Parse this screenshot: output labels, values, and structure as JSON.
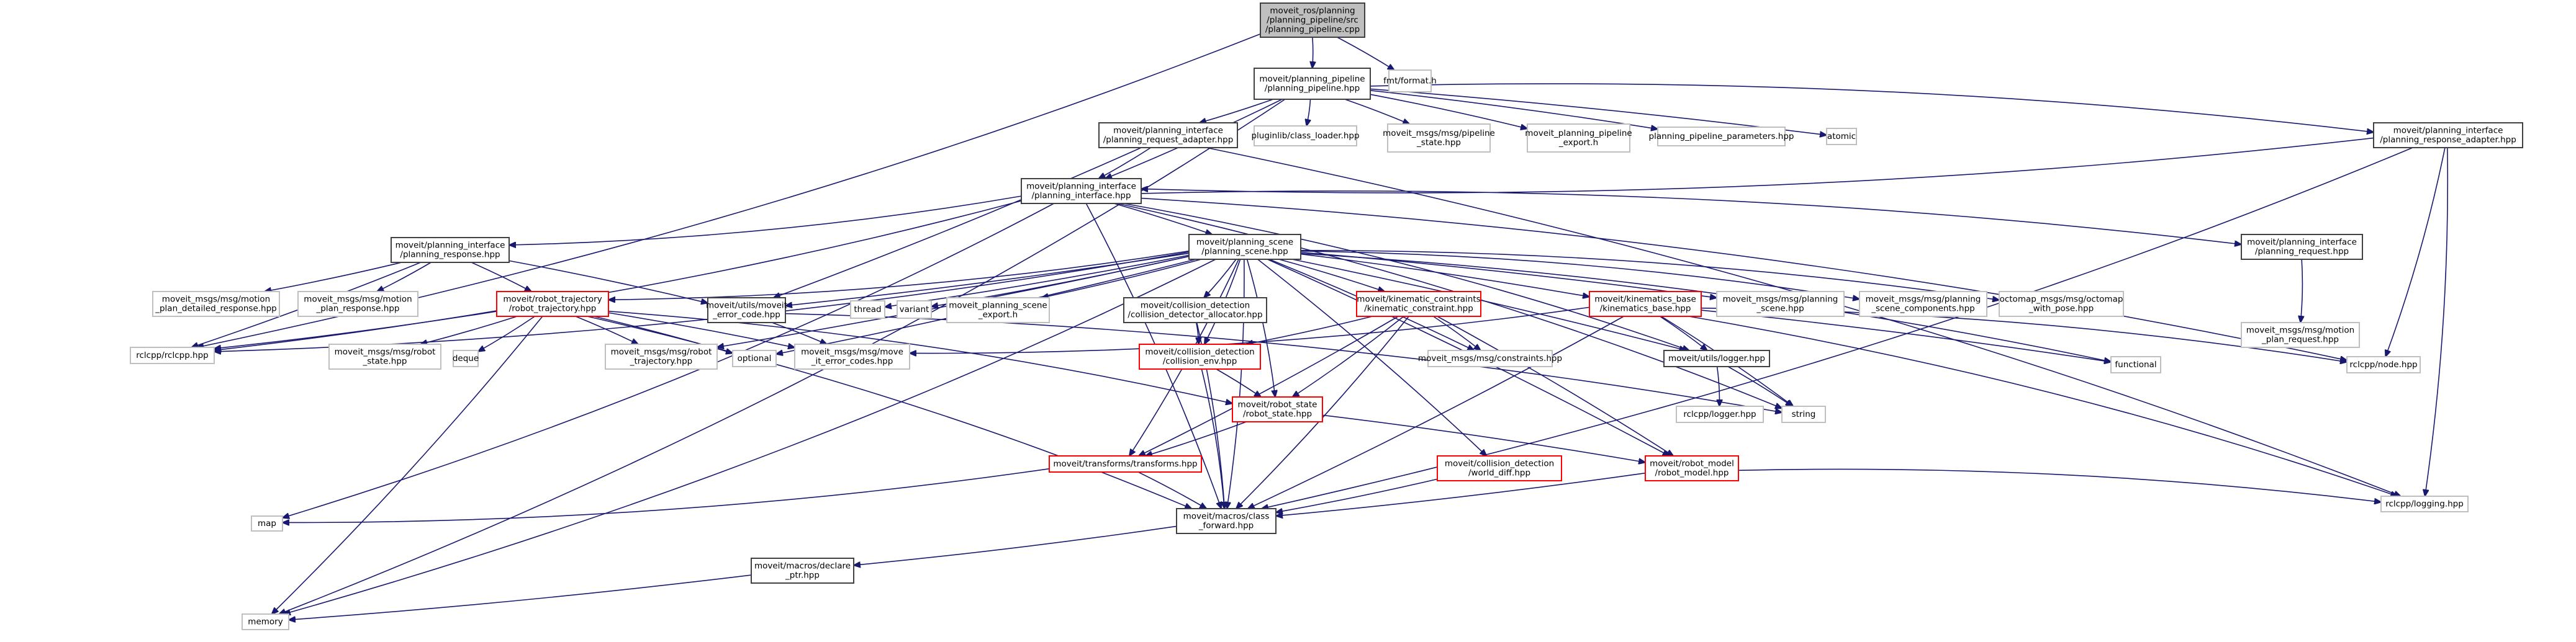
{
  "title": "moveit_ros/planning/planning_pipeline/src/planning_pipeline.cpp include dependency graph",
  "colors": {
    "edge": "#191970",
    "root_fill": "#bfbfbf",
    "documented_border": "#404040",
    "truncated_border": "#ff0000",
    "external_border": "#bfbfbf"
  },
  "nodes": [
    {
      "id": "root",
      "kind": "root",
      "lines": [
        "moveit_ros/planning",
        "/planning_pipeline/src",
        "/planning_pipeline.cpp"
      ]
    },
    {
      "id": "pp_hpp",
      "kind": "doc",
      "lines": [
        "moveit/planning_pipeline",
        "/planning_pipeline.hpp"
      ]
    },
    {
      "id": "fmt",
      "kind": "std",
      "lines": [
        "fmt/format.h"
      ]
    },
    {
      "id": "req_adapter",
      "kind": "doc",
      "lines": [
        "moveit/planning_interface",
        "/planning_request_adapter.hpp"
      ]
    },
    {
      "id": "pluginlib",
      "kind": "std",
      "lines": [
        "pluginlib/class_loader.hpp"
      ]
    },
    {
      "id": "pipeline_state",
      "kind": "std",
      "lines": [
        "moveit_msgs/msg/pipeline",
        "_state.hpp"
      ]
    },
    {
      "id": "pp_export",
      "kind": "std",
      "lines": [
        "moveit_planning_pipeline",
        "_export.h"
      ]
    },
    {
      "id": "pp_params",
      "kind": "std",
      "lines": [
        "planning_pipeline_parameters.hpp"
      ]
    },
    {
      "id": "atomic",
      "kind": "std",
      "lines": [
        "atomic"
      ]
    },
    {
      "id": "resp_adapter",
      "kind": "doc",
      "lines": [
        "moveit/planning_interface",
        "/planning_response_adapter.hpp"
      ]
    },
    {
      "id": "pi_hpp",
      "kind": "doc",
      "lines": [
        "moveit/planning_interface",
        "/planning_interface.hpp"
      ]
    },
    {
      "id": "pr_hpp",
      "kind": "doc",
      "lines": [
        "moveit/planning_interface",
        "/planning_response.hpp"
      ]
    },
    {
      "id": "ps_hpp",
      "kind": "doc",
      "lines": [
        "moveit/planning_scene",
        "/planning_scene.hpp"
      ]
    },
    {
      "id": "preq_hpp",
      "kind": "doc",
      "lines": [
        "moveit/planning_interface",
        "/planning_request.hpp"
      ]
    },
    {
      "id": "mp_detailed",
      "kind": "std",
      "lines": [
        "moveit_msgs/msg/motion",
        "_plan_detailed_response.hpp"
      ]
    },
    {
      "id": "mp_response",
      "kind": "std",
      "lines": [
        "moveit_msgs/msg/motion",
        "_plan_response.hpp"
      ]
    },
    {
      "id": "robot_traj",
      "kind": "trunc",
      "lines": [
        "moveit/robot_trajectory",
        "/robot_trajectory.hpp"
      ]
    },
    {
      "id": "err_code",
      "kind": "doc",
      "lines": [
        "moveit/utils/moveit",
        "_error_code.hpp"
      ]
    },
    {
      "id": "thread",
      "kind": "std",
      "lines": [
        "thread"
      ]
    },
    {
      "id": "variant",
      "kind": "std",
      "lines": [
        "variant"
      ]
    },
    {
      "id": "ps_export",
      "kind": "std",
      "lines": [
        "moveit_planning_scene",
        "_export.h"
      ]
    },
    {
      "id": "cd_alloc",
      "kind": "doc",
      "lines": [
        "moveit/collision_detection",
        "/collision_detector_allocator.hpp"
      ]
    },
    {
      "id": "kin_constr",
      "kind": "trunc",
      "lines": [
        "moveit/kinematic_constraints",
        "/kinematic_constraint.hpp"
      ]
    },
    {
      "id": "kin_base",
      "kind": "trunc",
      "lines": [
        "moveit/kinematics_base",
        "/kinematics_base.hpp"
      ]
    },
    {
      "id": "ps_msg",
      "kind": "std",
      "lines": [
        "moveit_msgs/msg/planning",
        "_scene.hpp"
      ]
    },
    {
      "id": "ps_comp",
      "kind": "std",
      "lines": [
        "moveit_msgs/msg/planning",
        "_scene_components.hpp"
      ]
    },
    {
      "id": "octomap",
      "kind": "std",
      "lines": [
        "octomap_msgs/msg/octomap",
        "_with_pose.hpp"
      ]
    },
    {
      "id": "mp_request",
      "kind": "std",
      "lines": [
        "moveit_msgs/msg/motion",
        "_plan_request.hpp"
      ]
    },
    {
      "id": "rclcpp",
      "kind": "std",
      "lines": [
        "rclcpp/rclcpp.hpp"
      ]
    },
    {
      "id": "rs_msg",
      "kind": "std",
      "lines": [
        "moveit_msgs/msg/robot",
        "_state.hpp"
      ]
    },
    {
      "id": "deque",
      "kind": "std",
      "lines": [
        "deque"
      ]
    },
    {
      "id": "rt_msg",
      "kind": "std",
      "lines": [
        "moveit_msgs/msg/robot",
        "_trajectory.hpp"
      ]
    },
    {
      "id": "optional",
      "kind": "std",
      "lines": [
        "optional"
      ]
    },
    {
      "id": "err_codes_msg",
      "kind": "std",
      "lines": [
        "moveit_msgs/msg/move",
        "_it_error_codes.hpp"
      ]
    },
    {
      "id": "coll_env",
      "kind": "trunc",
      "lines": [
        "moveit/collision_detection",
        "/collision_env.hpp"
      ]
    },
    {
      "id": "constr_msg",
      "kind": "std",
      "lines": [
        "moveit_msgs/msg/constraints.hpp"
      ]
    },
    {
      "id": "logger",
      "kind": "doc",
      "lines": [
        "moveit/utils/logger.hpp"
      ]
    },
    {
      "id": "functional",
      "kind": "std",
      "lines": [
        "functional"
      ]
    },
    {
      "id": "node",
      "kind": "std",
      "lines": [
        "rclcpp/node.hpp"
      ]
    },
    {
      "id": "robot_state",
      "kind": "trunc",
      "lines": [
        "moveit/robot_state",
        "/robot_state.hpp"
      ]
    },
    {
      "id": "rclcpp_logger",
      "kind": "std",
      "lines": [
        "rclcpp/logger.hpp"
      ]
    },
    {
      "id": "string",
      "kind": "std",
      "lines": [
        "string"
      ]
    },
    {
      "id": "transforms",
      "kind": "trunc",
      "lines": [
        "moveit/transforms/transforms.hpp"
      ]
    },
    {
      "id": "world_diff",
      "kind": "trunc",
      "lines": [
        "moveit/collision_detection",
        "/world_diff.hpp"
      ]
    },
    {
      "id": "robot_model",
      "kind": "trunc",
      "lines": [
        "moveit/robot_model",
        "/robot_model.hpp"
      ]
    },
    {
      "id": "map",
      "kind": "std",
      "lines": [
        "map"
      ]
    },
    {
      "id": "class_fwd",
      "kind": "doc",
      "lines": [
        "moveit/macros/class",
        "_forward.hpp"
      ]
    },
    {
      "id": "logging",
      "kind": "std",
      "lines": [
        "rclcpp/logging.hpp"
      ]
    },
    {
      "id": "declare_ptr",
      "kind": "doc",
      "lines": [
        "moveit/macros/declare",
        "_ptr.hpp"
      ]
    },
    {
      "id": "memory",
      "kind": "std",
      "lines": [
        "memory"
      ]
    }
  ],
  "edges": [
    [
      "root",
      "pp_hpp"
    ],
    [
      "root",
      "fmt"
    ],
    [
      "root",
      "rclcpp"
    ],
    [
      "pp_hpp",
      "req_adapter"
    ],
    [
      "pp_hpp",
      "pluginlib"
    ],
    [
      "pp_hpp",
      "pipeline_state"
    ],
    [
      "pp_hpp",
      "pp_export"
    ],
    [
      "pp_hpp",
      "pp_params"
    ],
    [
      "pp_hpp",
      "atomic"
    ],
    [
      "pp_hpp",
      "resp_adapter"
    ],
    [
      "pp_hpp",
      "pi_hpp"
    ],
    [
      "pp_hpp",
      "memory"
    ],
    [
      "req_adapter",
      "pi_hpp"
    ],
    [
      "req_adapter",
      "err_code"
    ],
    [
      "req_adapter",
      "logging"
    ],
    [
      "resp_adapter",
      "pi_hpp"
    ],
    [
      "resp_adapter",
      "node"
    ],
    [
      "resp_adapter",
      "class_fwd"
    ],
    [
      "resp_adapter",
      "logging"
    ],
    [
      "pi_hpp",
      "pr_hpp"
    ],
    [
      "pi_hpp",
      "ps_hpp"
    ],
    [
      "pi_hpp",
      "preq_hpp"
    ],
    [
      "pi_hpp",
      "class_fwd"
    ],
    [
      "pi_hpp",
      "map"
    ],
    [
      "pi_hpp",
      "string"
    ],
    [
      "pi_hpp",
      "node"
    ],
    [
      "pi_hpp",
      "logger"
    ],
    [
      "pi_hpp",
      "rclcpp"
    ],
    [
      "pr_hpp",
      "mp_detailed"
    ],
    [
      "pr_hpp",
      "mp_response"
    ],
    [
      "pr_hpp",
      "robot_traj"
    ],
    [
      "pr_hpp",
      "err_code"
    ],
    [
      "pr_hpp",
      "rclcpp"
    ],
    [
      "preq_hpp",
      "mp_request"
    ],
    [
      "ps_hpp",
      "robot_traj"
    ],
    [
      "ps_hpp",
      "err_code"
    ],
    [
      "ps_hpp",
      "thread"
    ],
    [
      "ps_hpp",
      "variant"
    ],
    [
      "ps_hpp",
      "ps_export"
    ],
    [
      "ps_hpp",
      "cd_alloc"
    ],
    [
      "ps_hpp",
      "kin_constr"
    ],
    [
      "ps_hpp",
      "kin_base"
    ],
    [
      "ps_hpp",
      "ps_msg"
    ],
    [
      "ps_hpp",
      "ps_comp"
    ],
    [
      "ps_hpp",
      "octomap"
    ],
    [
      "ps_hpp",
      "functional"
    ],
    [
      "ps_hpp",
      "rclcpp"
    ],
    [
      "ps_hpp",
      "rt_msg"
    ],
    [
      "ps_hpp",
      "optional"
    ],
    [
      "ps_hpp",
      "coll_env"
    ],
    [
      "ps_hpp",
      "robot_state"
    ],
    [
      "ps_hpp",
      "transforms"
    ],
    [
      "ps_hpp",
      "world_diff"
    ],
    [
      "ps_hpp",
      "class_fwd"
    ],
    [
      "ps_hpp",
      "logger"
    ],
    [
      "ps_hpp",
      "constr_msg"
    ],
    [
      "ps_hpp",
      "robot_model"
    ],
    [
      "ps_hpp",
      "memory"
    ],
    [
      "robot_traj",
      "rclcpp"
    ],
    [
      "robot_traj",
      "rs_msg"
    ],
    [
      "robot_traj",
      "deque"
    ],
    [
      "robot_traj",
      "rt_msg"
    ],
    [
      "robot_traj",
      "optional"
    ],
    [
      "robot_traj",
      "err_codes_msg"
    ],
    [
      "robot_traj",
      "robot_state"
    ],
    [
      "robot_traj",
      "class_fwd"
    ],
    [
      "robot_traj",
      "memory"
    ],
    [
      "err_code",
      "err_codes_msg"
    ],
    [
      "err_code",
      "string"
    ],
    [
      "cd_alloc",
      "coll_env"
    ],
    [
      "cd_alloc",
      "class_fwd"
    ],
    [
      "kin_constr",
      "coll_env"
    ],
    [
      "kin_constr",
      "constr_msg"
    ],
    [
      "kin_constr",
      "robot_state"
    ],
    [
      "kin_constr",
      "robot_model"
    ],
    [
      "kin_constr",
      "transforms"
    ],
    [
      "kin_constr",
      "class_fwd"
    ],
    [
      "kin_base",
      "err_codes_msg"
    ],
    [
      "kin_base",
      "logger"
    ],
    [
      "kin_base",
      "functional"
    ],
    [
      "kin_base",
      "node"
    ],
    [
      "kin_base",
      "string"
    ],
    [
      "kin_base",
      "class_fwd"
    ],
    [
      "kin_base",
      "logging"
    ],
    [
      "coll_env",
      "robot_state"
    ],
    [
      "coll_env",
      "class_fwd"
    ],
    [
      "logger",
      "rclcpp_logger"
    ],
    [
      "logger",
      "string"
    ],
    [
      "robot_state",
      "transforms"
    ],
    [
      "robot_state",
      "robot_model"
    ],
    [
      "transforms",
      "class_fwd"
    ],
    [
      "transforms",
      "map"
    ],
    [
      "world_diff",
      "class_fwd"
    ],
    [
      "robot_model",
      "class_fwd"
    ],
    [
      "robot_model",
      "logging"
    ],
    [
      "class_fwd",
      "declare_ptr"
    ],
    [
      "declare_ptr",
      "memory"
    ]
  ]
}
